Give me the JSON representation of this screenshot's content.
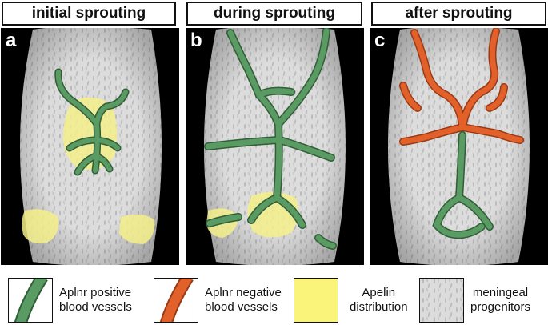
{
  "panels": [
    {
      "title": "initial sprouting",
      "letter": "a"
    },
    {
      "title": "during sprouting",
      "letter": "b"
    },
    {
      "title": "after sprouting",
      "letter": "c"
    }
  ],
  "legend": [
    {
      "label": "Aplnr positive\nblood vessels",
      "icon": "green-vessel"
    },
    {
      "label": "Aplnr negative\nblood vessels",
      "icon": "orange-vessel"
    },
    {
      "label": "Apelin\ndistribution",
      "icon": "yellow-square"
    },
    {
      "label": "meningeal\nprogenitors",
      "icon": "grey-textured-square"
    }
  ],
  "colors": {
    "positive_vessel": "#5a9a63",
    "positive_vessel_edge": "#2f5e37",
    "negative_vessel": "#e2602a",
    "negative_vessel_edge": "#9a3a14",
    "apelin": "#f5ee8a",
    "tissue": "#dcdcdc",
    "background": "#000000"
  }
}
